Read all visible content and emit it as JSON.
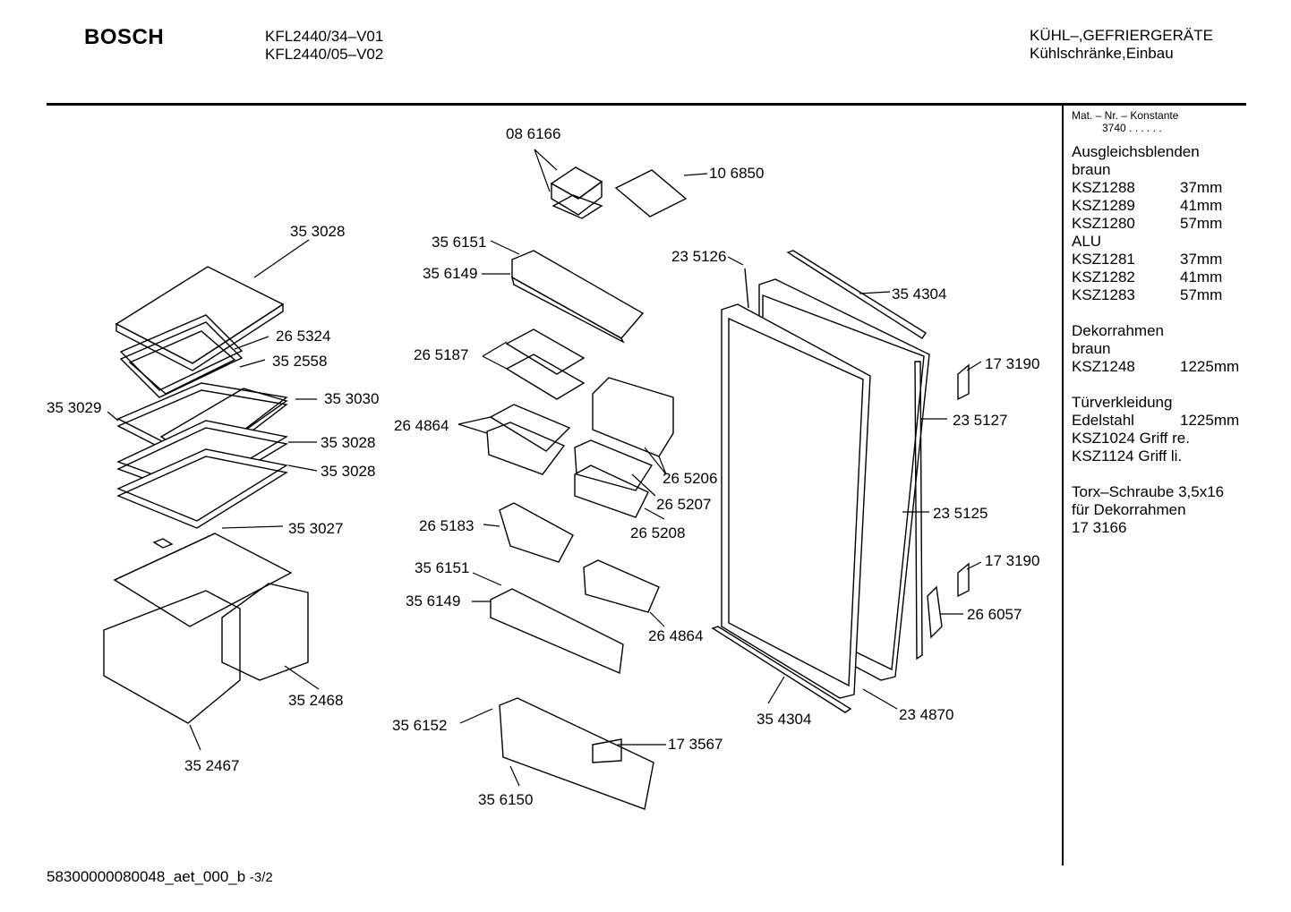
{
  "header": {
    "brand": "BOSCH",
    "models": [
      "KFL2440/34–V01",
      "KFL2440/05–V02"
    ],
    "category": [
      "KÜHL–,GEFRIERGERÄTE",
      "Kühlschränke,Einbau"
    ]
  },
  "sidebar": {
    "mat_label": "Mat. – Nr. – Konstante",
    "mat_value": "3740 . .   . . . .",
    "sections": [
      {
        "title": [
          "Ausgleichsblenden",
          "braun"
        ],
        "rows": [
          [
            "KSZ1288",
            "37mm"
          ],
          [
            "KSZ1289",
            "41mm"
          ],
          [
            "KSZ1280",
            "57mm"
          ]
        ]
      },
      {
        "title": [
          "ALU"
        ],
        "rows": [
          [
            "KSZ1281",
            "37mm"
          ],
          [
            "KSZ1282",
            "41mm"
          ],
          [
            "KSZ1283",
            "57mm"
          ]
        ]
      },
      {
        "title": [
          "Dekorrahmen",
          "braun"
        ],
        "rows": [
          [
            "KSZ1248",
            "1225mm"
          ]
        ]
      },
      {
        "title": [
          "Türverkleidung"
        ],
        "rows": [
          [
            "Edelstahl",
            "1225mm"
          ]
        ],
        "lines": [
          "KSZ1024 Griff re.",
          "KSZ1124 Griff li."
        ]
      },
      {
        "title": [
          "Torx–Schraube 3,5x16",
          "für Dekorrahmen",
          "17 3166"
        ]
      }
    ]
  },
  "parts": [
    "08 6166",
    "10 6850",
    "35 3028",
    "35 6151",
    "35 6149",
    "23 5126",
    "35 4304",
    "26 5324",
    "35 2558",
    "26 5187",
    "17 3190",
    "35 3029",
    "35 3030",
    "35 3028",
    "26 4864",
    "23 5127",
    "35 3028",
    "26 5206",
    "26 5207",
    "23 5125",
    "26 5208",
    "35 3027",
    "26 5183",
    "17 3190",
    "35 6151",
    "35 6149",
    "26 6057",
    "26 4864",
    "35 2468",
    "35 4304",
    "23 4870",
    "35 6152",
    "17 3567",
    "35 2467",
    "35 6150"
  ],
  "footer": {
    "id": "58300000080048_aet_000_b",
    "page": "-3/2"
  }
}
